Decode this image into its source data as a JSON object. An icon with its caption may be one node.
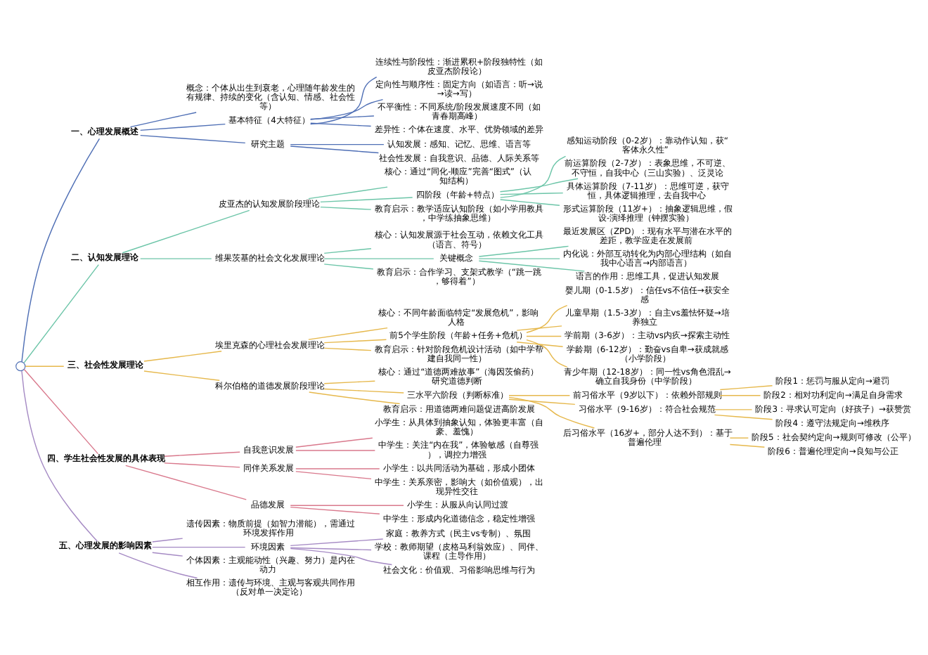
{
  "diagram": {
    "nodes": [
      {
        "text": [],
        "shape": "circle"
      },
      {
        "text": [
          "一、心理发展概述"
        ]
      },
      {
        "text": [
          "概念：个体从出生到衰老，心理随年龄发生的有规律、持续的变化（含认知、情感、社会性等）"
        ]
      },
      {
        "text": [
          "基本特征（4大特征）"
        ]
      },
      {
        "text": [
          "连续性与阶段性：渐进累积+阶段独特性（如皮亚杰阶段论）"
        ]
      },
      {
        "text": [
          "定向性与顺序性：固定方向（如语言：听→说→读→写）"
        ]
      },
      {
        "text": [
          "不平衡性：不同系统/阶段发展速度不同（如青春期高峰）"
        ]
      },
      {
        "text": [
          "差异性：个体在速度、水平、优势领域的差异"
        ]
      },
      {
        "text": [
          "研究主题"
        ]
      },
      {
        "text": [
          "认知发展：感知、记忆、思维、语言等"
        ]
      },
      {
        "text": [
          "社会性发展：自我意识、品德、人际关系等"
        ]
      },
      {
        "text": [
          "二、认知发展理论"
        ]
      },
      {
        "text": [
          "皮亚杰的认知发展阶段理论"
        ]
      },
      {
        "text": [
          "核心：通过“同化-顺应”完善“图式”（认知结构）"
        ]
      },
      {
        "text": [
          "四阶段（年龄+特点）"
        ]
      },
      {
        "text": [
          "感知运动阶段（0-2岁）：靠动作认知，获“客体永久性”"
        ]
      },
      {
        "text": [
          "前运算阶段（2-7岁）：表象思维，不可逆、不守恒，自我中心（三山实验）、泛灵论"
        ]
      },
      {
        "text": [
          "具体运算阶段（7-11岁）：思维可逆，获守恒，具体逻辑推理，去自我中心"
        ]
      },
      {
        "text": [
          "形式运算阶段（11岁+）：抽象逻辑思维，假设-演绎推理（钟摆实验）"
        ]
      },
      {
        "text": [
          "教育启示：教学适应认知阶段（如小学用教具，中学练抽象思维）"
        ]
      },
      {
        "text": [
          "维果茨基的社会文化发展理论"
        ]
      },
      {
        "text": [
          "核心：认知发展源于社会互动，依赖文化工具（语言、符号）"
        ]
      },
      {
        "text": [
          "关键概念"
        ]
      },
      {
        "text": [
          "最近发展区（ZPD）：现有水平与潜在水平的差距，教学应走在发展前"
        ]
      },
      {
        "text": [
          "内化说：外部互动转化为内部心理结构（如自我中心语言→内部语言）"
        ]
      },
      {
        "text": [
          "语言的作用：思维工具，促进认知发展"
        ]
      },
      {
        "text": [
          "教育启示：合作学习、支架式教学（“跳一跳，够得着”）"
        ]
      },
      {
        "text": [
          "三、社会性发展理论"
        ]
      },
      {
        "text": [
          "埃里克森的心理社会发展理论"
        ]
      },
      {
        "text": [
          "核心：不同年龄面临特定“发展危机”，影响人格"
        ]
      },
      {
        "text": [
          "前5个学生阶段（年龄+任务+危机）"
        ]
      },
      {
        "text": [
          "婴儿期（0-1.5岁）：信任vs不信任→获安全感"
        ]
      },
      {
        "text": [
          "儿童早期（1.5-3岁）：自主vs羞怯怀疑→培养独立"
        ]
      },
      {
        "text": [
          "学前期（3-6岁）：主动vs内疚→探索主动性"
        ]
      },
      {
        "text": [
          "学龄期（6-12岁）：勤奋vs自卑→获成就感（小学阶段）"
        ]
      },
      {
        "text": [
          "青少年期（12-18岁）：同一性vs角色混乱→确立自我身份（中学阶段）"
        ]
      },
      {
        "text": [
          "教育启示：针对阶段危机设计活动（如中学帮建自我同一性）"
        ]
      },
      {
        "text": [
          "科尔伯格的道德发展阶段理论"
        ]
      },
      {
        "text": [
          "核心：通过“道德两难故事”（海因茨偷药）研究道德判断"
        ]
      },
      {
        "text": [
          "三水平六阶段（判断标准）"
        ]
      },
      {
        "text": [
          "前习俗水平（9岁以下）：依赖外部规则"
        ]
      },
      {
        "text": [
          "阶段1：惩罚与服从定向→避罚"
        ]
      },
      {
        "text": [
          "阶段2：相对功利定向→满足自身需求"
        ]
      },
      {
        "text": [
          "习俗水平（9-16岁）：符合社会规范"
        ]
      },
      {
        "text": [
          "阶段3：寻求认可定向（好孩子）→获赞赏"
        ]
      },
      {
        "text": [
          "阶段4：遵守法规定向→维秩序"
        ]
      },
      {
        "text": [
          "后习俗水平（16岁+，部分人达不到）：基于普遍伦理"
        ]
      },
      {
        "text": [
          "阶段5：社会契约定向→规则可修改（公平）"
        ]
      },
      {
        "text": [
          "阶段6：普遍伦理定向→良知与公正"
        ]
      },
      {
        "text": [
          "教育启示：用道德两难问题促进高阶发展"
        ]
      },
      {
        "text": [
          "四、学生社会性发展的具体表现"
        ]
      },
      {
        "text": [
          "自我意识发展"
        ]
      },
      {
        "text": [
          "小学生：从具体到抽象认知，体验更丰富（自豪、羞愧）"
        ]
      },
      {
        "text": [
          "中学生：关注“内在我”，体验敏感（自尊强），调控力增强"
        ]
      },
      {
        "text": [
          "同伴关系发展"
        ]
      },
      {
        "text": [
          "小学生：以共同活动为基础，形成小团体"
        ]
      },
      {
        "text": [
          "中学生：关系亲密，影响大（如价值观），出现异性交往"
        ]
      },
      {
        "text": [
          "品德发展"
        ]
      },
      {
        "text": [
          "小学生：从服从向认同过渡"
        ]
      },
      {
        "text": [
          "中学生：形成内化道德信念，稳定性增强"
        ]
      },
      {
        "text": [
          "五、心理发展的影响因素"
        ]
      },
      {
        "text": [
          "遗传因素：物质前提（如智力潜能），需通过环境发挥作用"
        ]
      },
      {
        "text": [
          "环境因素"
        ]
      },
      {
        "text": [
          "家庭：教养方式（民主vs专制）、氛围"
        ]
      },
      {
        "text": [
          "学校：教师期望（皮格马利翁效应）、同伴、课程（主导作用）"
        ]
      },
      {
        "text": [
          "社会文化：价值观、习俗影响思维与行为"
        ]
      },
      {
        "text": [
          "个体因素：主观能动性（兴趣、努力）是内在动力"
        ]
      },
      {
        "text": [
          "相互作用：遗传与环境、主观与客观共同作用（反对单一决定论）"
        ]
      }
    ],
    "edges": [
      {
        "from": 0,
        "to": 1,
        "arrow": "none",
        "color": "#4f6fb5"
      },
      {
        "from": 1,
        "to": 2,
        "arrow": "none",
        "color": "#4f6fb5"
      },
      {
        "from": 1,
        "to": 3,
        "arrow": "none",
        "color": "#4f6fb5"
      },
      {
        "from": 3,
        "to": 4,
        "arrow": "none",
        "color": "#4f6fb5"
      },
      {
        "from": 3,
        "to": 5,
        "arrow": "none",
        "color": "#4f6fb5"
      },
      {
        "from": 3,
        "to": 6,
        "arrow": "none",
        "color": "#4f6fb5"
      },
      {
        "from": 3,
        "to": 7,
        "arrow": "none",
        "color": "#4f6fb5"
      },
      {
        "from": 1,
        "to": 8,
        "arrow": "none",
        "color": "#4f6fb5"
      },
      {
        "from": 8,
        "to": 9,
        "arrow": "none",
        "color": "#4f6fb5"
      },
      {
        "from": 8,
        "to": 10,
        "arrow": "none",
        "color": "#4f6fb5"
      },
      {
        "from": 0,
        "to": 11,
        "arrow": "none",
        "color": "#6cc5a8"
      },
      {
        "from": 11,
        "to": 12,
        "arrow": "none",
        "color": "#6cc5a8"
      },
      {
        "from": 12,
        "to": 13,
        "arrow": "none",
        "color": "#6cc5a8"
      },
      {
        "from": 12,
        "to": 14,
        "arrow": "none",
        "color": "#6cc5a8"
      },
      {
        "from": 14,
        "to": 15,
        "arrow": "none",
        "color": "#6cc5a8"
      },
      {
        "from": 14,
        "to": 16,
        "arrow": "none",
        "color": "#6cc5a8"
      },
      {
        "from": 14,
        "to": 17,
        "arrow": "none",
        "color": "#6cc5a8"
      },
      {
        "from": 14,
        "to": 18,
        "arrow": "none",
        "color": "#6cc5a8"
      },
      {
        "from": 12,
        "to": 19,
        "arrow": "none",
        "color": "#6cc5a8"
      },
      {
        "from": 11,
        "to": 20,
        "arrow": "none",
        "color": "#6cc5a8"
      },
      {
        "from": 20,
        "to": 21,
        "arrow": "none",
        "color": "#6cc5a8"
      },
      {
        "from": 20,
        "to": 22,
        "arrow": "none",
        "color": "#6cc5a8"
      },
      {
        "from": 22,
        "to": 23,
        "arrow": "none",
        "color": "#6cc5a8"
      },
      {
        "from": 22,
        "to": 24,
        "arrow": "none",
        "color": "#6cc5a8"
      },
      {
        "from": 22,
        "to": 25,
        "arrow": "none",
        "color": "#6cc5a8"
      },
      {
        "from": 20,
        "to": 26,
        "arrow": "none",
        "color": "#6cc5a8"
      },
      {
        "from": 0,
        "to": 27,
        "arrow": "none",
        "color": "#e6b84c"
      },
      {
        "from": 27,
        "to": 28,
        "arrow": "none",
        "color": "#e6b84c"
      },
      {
        "from": 28,
        "to": 29,
        "arrow": "none",
        "color": "#e6b84c"
      },
      {
        "from": 28,
        "to": 30,
        "arrow": "none",
        "color": "#e6b84c"
      },
      {
        "from": 30,
        "to": 31,
        "arrow": "none",
        "color": "#e6b84c"
      },
      {
        "from": 30,
        "to": 32,
        "arrow": "none",
        "color": "#e6b84c"
      },
      {
        "from": 30,
        "to": 33,
        "arrow": "none",
        "color": "#e6b84c"
      },
      {
        "from": 30,
        "to": 34,
        "arrow": "none",
        "color": "#e6b84c"
      },
      {
        "from": 30,
        "to": 35,
        "arrow": "none",
        "color": "#e6b84c"
      },
      {
        "from": 28,
        "to": 36,
        "arrow": "none",
        "color": "#e6b84c"
      },
      {
        "from": 27,
        "to": 37,
        "arrow": "none",
        "color": "#e6b84c"
      },
      {
        "from": 37,
        "to": 38,
        "arrow": "none",
        "color": "#e6b84c"
      },
      {
        "from": 37,
        "to": 39,
        "arrow": "none",
        "color": "#e6b84c"
      },
      {
        "from": 39,
        "to": 40,
        "arrow": "none",
        "color": "#e6b84c"
      },
      {
        "from": 40,
        "to": 41,
        "arrow": "none",
        "color": "#e6b84c"
      },
      {
        "from": 40,
        "to": 42,
        "arrow": "none",
        "color": "#e6b84c"
      },
      {
        "from": 39,
        "to": 43,
        "arrow": "none",
        "color": "#e6b84c"
      },
      {
        "from": 43,
        "to": 44,
        "arrow": "none",
        "color": "#e6b84c"
      },
      {
        "from": 43,
        "to": 45,
        "arrow": "none",
        "color": "#e6b84c"
      },
      {
        "from": 39,
        "to": 46,
        "arrow": "none",
        "color": "#e6b84c"
      },
      {
        "from": 46,
        "to": 47,
        "arrow": "none",
        "color": "#e6b84c"
      },
      {
        "from": 46,
        "to": 48,
        "arrow": "none",
        "color": "#e6b84c"
      },
      {
        "from": 37,
        "to": 49,
        "arrow": "none",
        "color": "#e6b84c"
      },
      {
        "from": 0,
        "to": 50,
        "arrow": "none",
        "color": "#d9788c"
      },
      {
        "from": 50,
        "to": 51,
        "arrow": "none",
        "color": "#d9788c"
      },
      {
        "from": 51,
        "to": 52,
        "arrow": "none",
        "color": "#d9788c"
      },
      {
        "from": 51,
        "to": 53,
        "arrow": "none",
        "color": "#d9788c"
      },
      {
        "from": 50,
        "to": 54,
        "arrow": "none",
        "color": "#d9788c"
      },
      {
        "from": 54,
        "to": 55,
        "arrow": "none",
        "color": "#d9788c"
      },
      {
        "from": 54,
        "to": 56,
        "arrow": "none",
        "color": "#d9788c"
      },
      {
        "from": 50,
        "to": 57,
        "arrow": "none",
        "color": "#d9788c"
      },
      {
        "from": 57,
        "to": 58,
        "arrow": "none",
        "color": "#d9788c"
      },
      {
        "from": 57,
        "to": 59,
        "arrow": "none",
        "color": "#d9788c"
      },
      {
        "from": 0,
        "to": 60,
        "arrow": "none",
        "color": "#a58ac4"
      },
      {
        "from": 60,
        "to": 61,
        "arrow": "none",
        "color": "#a58ac4"
      },
      {
        "from": 60,
        "to": 62,
        "arrow": "none",
        "color": "#a58ac4"
      },
      {
        "from": 62,
        "to": 63,
        "arrow": "none",
        "color": "#a58ac4"
      },
      {
        "from": 62,
        "to": 64,
        "arrow": "none",
        "color": "#a58ac4"
      },
      {
        "from": 62,
        "to": 65,
        "arrow": "none",
        "color": "#a58ac4"
      },
      {
        "from": 60,
        "to": 66,
        "arrow": "none",
        "color": "#a58ac4"
      },
      {
        "from": 60,
        "to": 67,
        "arrow": "none",
        "color": "#a58ac4"
      }
    ]
  }
}
